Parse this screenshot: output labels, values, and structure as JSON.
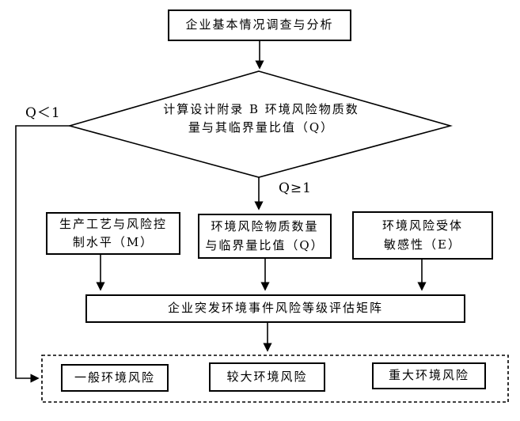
{
  "diagram": {
    "type": "flowchart",
    "colors": {
      "line": "#000000",
      "text": "#000000",
      "background": "#ffffff"
    },
    "nodes": {
      "survey": "企业基本情况调查与分析",
      "decision_line1": "计算设计附录 B 环境风险物质数",
      "decision_line2": "量与其临界量比值（Q）",
      "m_line1": "生产工艺与风险控",
      "m_line2": "制水平（M）",
      "q_line1": "环境风险物质数量",
      "q_line2": "与临界量比值（Q）",
      "e_line1": "环境风险受体",
      "e_line2": "敏感性（E）",
      "matrix": "企业突发环境事件风险等级评估矩阵",
      "risk_general": "一般环境风险",
      "risk_larger": "较大环境风险",
      "risk_major": "重大环境风险"
    },
    "edge_labels": {
      "q_lt_1": "Q＜1",
      "q_ge_1": "Q≥1"
    }
  }
}
